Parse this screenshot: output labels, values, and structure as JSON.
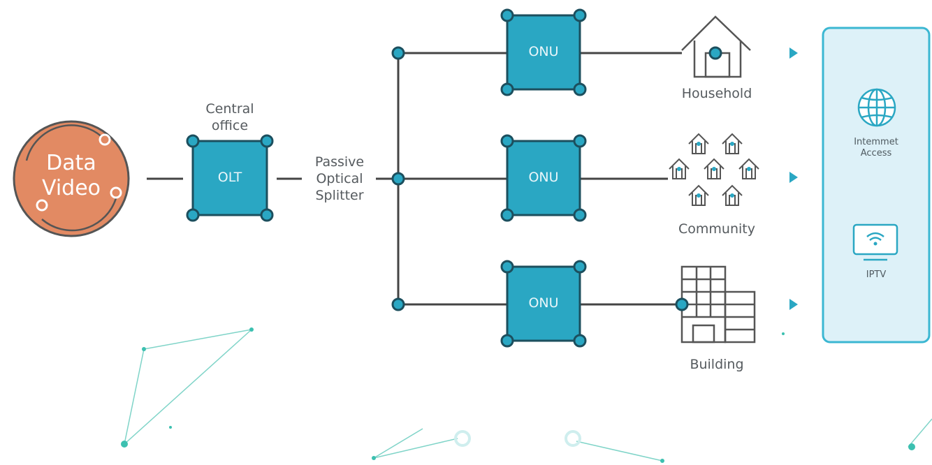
{
  "source": {
    "line1": "Data",
    "line2": "Video"
  },
  "central_office": {
    "line1": "Central",
    "line2": "office",
    "box_label": "OLT"
  },
  "splitter": {
    "line1": "Passive",
    "line2": "Optical",
    "line3": "Splitter"
  },
  "onus": [
    {
      "label": "ONU"
    },
    {
      "label": "ONU"
    },
    {
      "label": "ONU"
    }
  ],
  "endpoints": {
    "household": "Household",
    "community": "Community",
    "building": "Building"
  },
  "services": {
    "internet_line1": "Intemmet",
    "internet_line2": "Access",
    "iptv": "IPTV"
  },
  "colors": {
    "box": "#2aa7c3",
    "box_border": "#1c4f5e",
    "node": "#2aa7c3",
    "line": "#444444",
    "source": "#e28a63",
    "panel_bg": "#ddf1f8",
    "panel_border": "#3bb7d2"
  }
}
